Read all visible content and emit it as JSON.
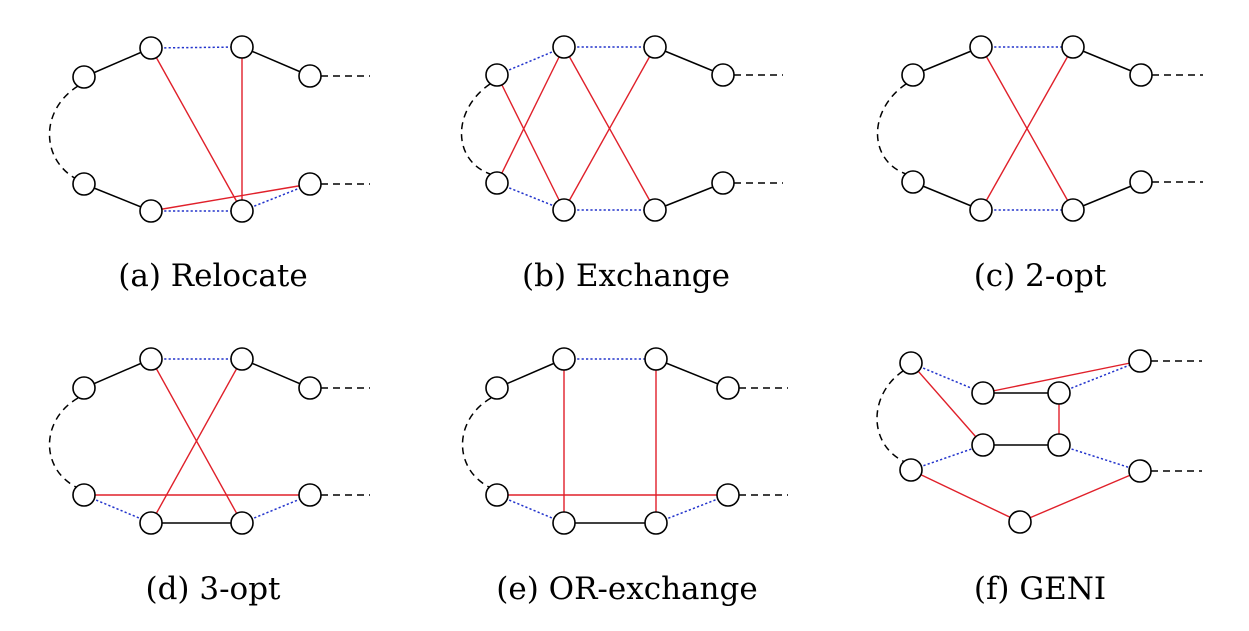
{
  "palette": {
    "red": "#e0202a",
    "blue": "#2233cc",
    "black": "#000000"
  },
  "panels": [
    {
      "caption": "(a)  Relocate"
    },
    {
      "caption": "(b)  Exchange"
    },
    {
      "caption": "(c)  2-opt"
    },
    {
      "caption": "(d)  3-opt"
    },
    {
      "caption": "(e)  OR-exchange"
    },
    {
      "caption": "(f)  GENI"
    }
  ]
}
